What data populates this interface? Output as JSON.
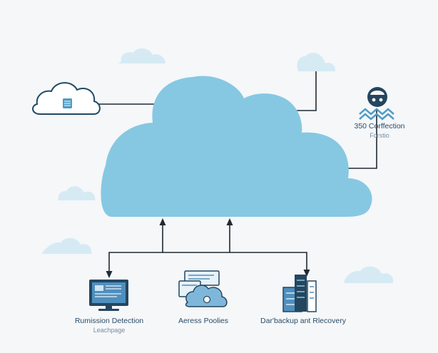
{
  "nodes": {
    "connection": {
      "title": "350 Corffection",
      "subtitle": "Forstio",
      "icon": "network-user-icon"
    },
    "detection": {
      "title": "Rumission Detection",
      "subtitle": "Leachpage",
      "icon": "monitor-icon"
    },
    "access": {
      "title": "Aeress Poolies",
      "icon": "cloud-window-icon"
    },
    "backup": {
      "title": "Dar'backup ant Rlecovery",
      "icon": "server-rack-icon"
    },
    "storage": {
      "icon": "cloud-storage-icon"
    }
  },
  "colors": {
    "cloud": "#86c8e2",
    "cloud_light": "#d6eaf4",
    "line": "#1f2a33",
    "icon_dark": "#244b63",
    "icon_blue": "#4f9bc6"
  }
}
